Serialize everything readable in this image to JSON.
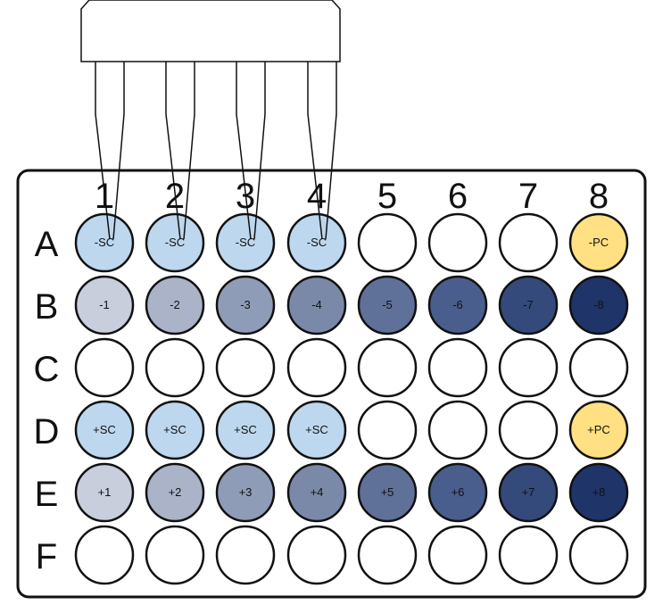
{
  "plate": {
    "columns": [
      "1",
      "2",
      "3",
      "4",
      "5",
      "6",
      "7",
      "8"
    ],
    "rows": [
      {
        "label": "A",
        "wells": [
          {
            "text": "-SC",
            "color": "#bdd7ee"
          },
          {
            "text": "-SC",
            "color": "#bdd7ee"
          },
          {
            "text": "-SC",
            "color": "#bdd7ee"
          },
          {
            "text": "-SC",
            "color": "#bdd7ee"
          },
          {
            "text": "",
            "color": "#ffffff"
          },
          {
            "text": "",
            "color": "#ffffff"
          },
          {
            "text": "",
            "color": "#ffffff"
          },
          {
            "text": "-PC",
            "color": "#ffe082"
          }
        ]
      },
      {
        "label": "B",
        "wells": [
          {
            "text": "-1",
            "color": "#c9cedd"
          },
          {
            "text": "-2",
            "color": "#aab3c8"
          },
          {
            "text": "-3",
            "color": "#8f9cb8"
          },
          {
            "text": "-4",
            "color": "#7b89a9"
          },
          {
            "text": "-5",
            "color": "#5f7099"
          },
          {
            "text": "-6",
            "color": "#495e8c"
          },
          {
            "text": "-7",
            "color": "#344a7b"
          },
          {
            "text": "-8",
            "color": "#1f3468"
          }
        ]
      },
      {
        "label": "C",
        "wells": [
          {
            "text": "",
            "color": "#ffffff"
          },
          {
            "text": "",
            "color": "#ffffff"
          },
          {
            "text": "",
            "color": "#ffffff"
          },
          {
            "text": "",
            "color": "#ffffff"
          },
          {
            "text": "",
            "color": "#ffffff"
          },
          {
            "text": "",
            "color": "#ffffff"
          },
          {
            "text": "",
            "color": "#ffffff"
          },
          {
            "text": "",
            "color": "#ffffff"
          }
        ]
      },
      {
        "label": "D",
        "wells": [
          {
            "text": "+SC",
            "color": "#bdd7ee"
          },
          {
            "text": "+SC",
            "color": "#bdd7ee"
          },
          {
            "text": "+SC",
            "color": "#bdd7ee"
          },
          {
            "text": "+SC",
            "color": "#bdd7ee"
          },
          {
            "text": "",
            "color": "#ffffff"
          },
          {
            "text": "",
            "color": "#ffffff"
          },
          {
            "text": "",
            "color": "#ffffff"
          },
          {
            "text": "+PC",
            "color": "#ffe082"
          }
        ]
      },
      {
        "label": "E",
        "wells": [
          {
            "text": "+1",
            "color": "#c9cedd"
          },
          {
            "text": "+2",
            "color": "#aab3c8"
          },
          {
            "text": "+3",
            "color": "#8f9cb8"
          },
          {
            "text": "+4",
            "color": "#7b89a9"
          },
          {
            "text": "+5",
            "color": "#5f7099"
          },
          {
            "text": "+6",
            "color": "#495e8c"
          },
          {
            "text": "+7",
            "color": "#344a7b"
          },
          {
            "text": "+8",
            "color": "#1f3468"
          }
        ]
      },
      {
        "label": "F",
        "wells": [
          {
            "text": "",
            "color": "#ffffff"
          },
          {
            "text": "",
            "color": "#ffffff"
          },
          {
            "text": "",
            "color": "#ffffff"
          },
          {
            "text": "",
            "color": "#ffffff"
          },
          {
            "text": "",
            "color": "#ffffff"
          },
          {
            "text": "",
            "color": "#ffffff"
          },
          {
            "text": "",
            "color": "#ffffff"
          },
          {
            "text": "",
            "color": "#ffffff"
          }
        ]
      }
    ]
  },
  "pipette": {
    "tip_columns": [
      "1",
      "2",
      "3",
      "4"
    ],
    "icon": "multichannel-pipette-icon"
  },
  "colors": {
    "outline": "#111111",
    "plate_fill": "#ffffff",
    "well_stroke": "#111111"
  }
}
